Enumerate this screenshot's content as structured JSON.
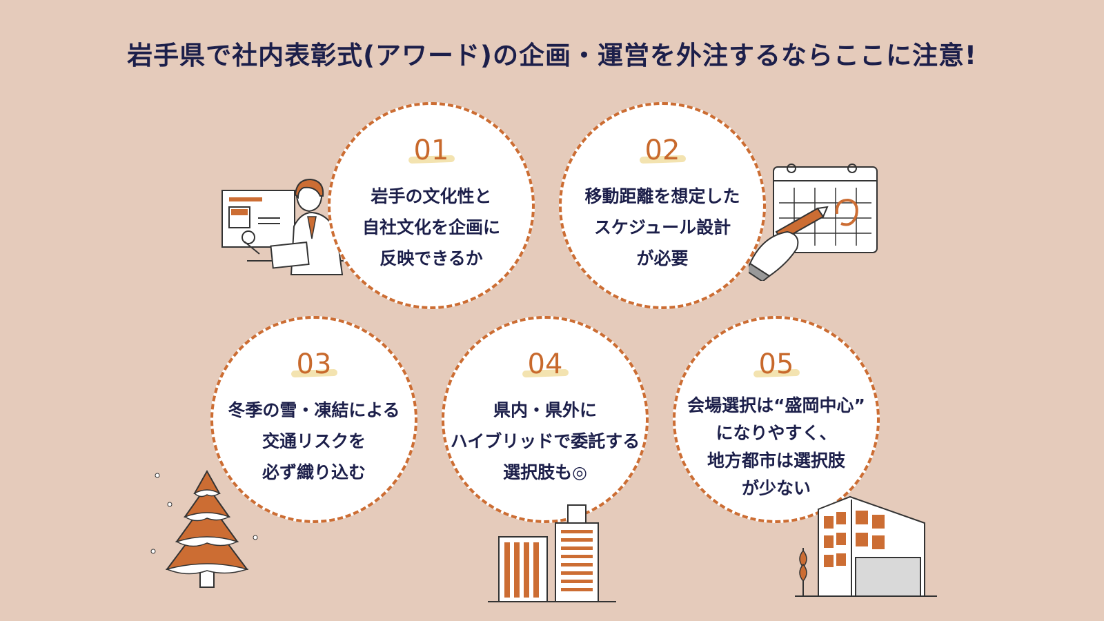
{
  "title": "岩手県で社内表彰式(アワード)の企画・運営を外注するならここに注意!",
  "points": [
    {
      "number": "01",
      "text": "岩手の文化性と\n自社文化を企画に\n反映できるか"
    },
    {
      "number": "02",
      "text": "移動距離を想定した\nスケジュール設計\nが必要"
    },
    {
      "number": "03",
      "text": "冬季の雪・凍結による\n交通リスクを\n必ず織り込む"
    },
    {
      "number": "04",
      "text": "県内・県外に\nハイブリッドで委託する\n選択肢も◎"
    },
    {
      "number": "05",
      "text": "会場選択は“盛岡中心”\nになりやすく、\n地方都市は選択肢\nが少ない"
    }
  ],
  "colors": {
    "background": "#e5cbbb",
    "accent": "#c8692c",
    "navy": "#1c1f4a"
  },
  "icons": [
    "presenter-illustration",
    "calendar-illustration",
    "snowy-tree-illustration",
    "buildings-illustration",
    "office-building-illustration"
  ]
}
